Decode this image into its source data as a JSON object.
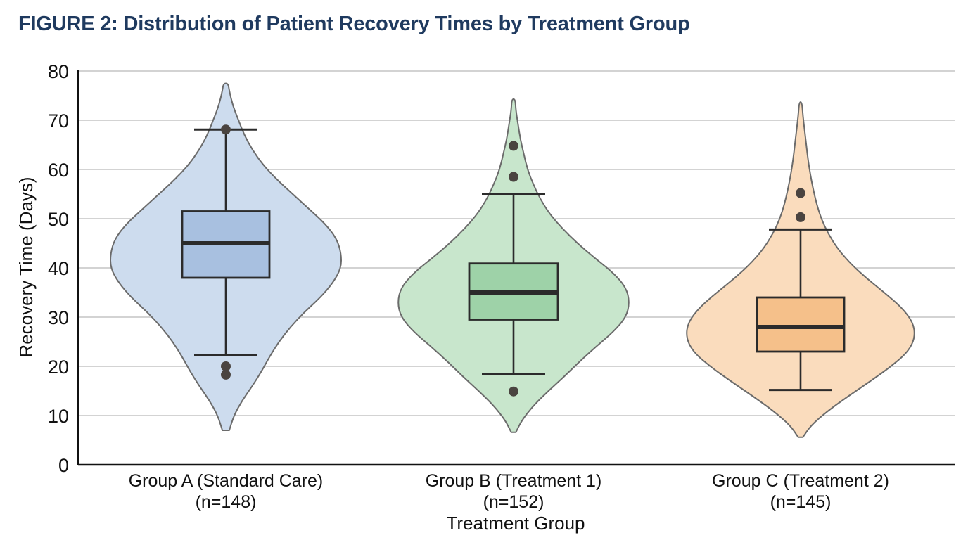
{
  "figure": {
    "title": "FIGURE 2: Distribution of Patient Recovery Times by Treatment Group",
    "title_color": "#1f3a5f",
    "background": "#ffffff"
  },
  "chart_data": {
    "type": "box",
    "plot_kind": "violin-with-boxplot-overlay",
    "title": "FIGURE 2: Distribution of Patient Recovery Times by Treatment Group",
    "xlabel": "Treatment Group",
    "ylabel": "Recovery Time (Days)",
    "ylim": [
      0,
      80
    ],
    "ytick_labels": [
      "0",
      "10",
      "20",
      "30",
      "40",
      "50",
      "60",
      "70",
      "80"
    ],
    "yticks": [
      0,
      10,
      20,
      30,
      40,
      50,
      60,
      70,
      80
    ],
    "grid": "horizontal",
    "legend": "none",
    "categories": [
      "Group A (Standard Care)\n(n=148)",
      "Group B (Treatment 1)\n(n=152)",
      "Group C (Treatment 2)\n(n=145)"
    ],
    "groups": [
      {
        "key": "A",
        "label_line1": "Group A (Standard Care)",
        "label_line2": "(n=148)",
        "n": 148,
        "violin_fill": "#cddcee",
        "violin_stroke": "#6b6b6b",
        "box_fill": "#a8c0e0",
        "box_stroke": "#2b2b2b",
        "median": 45.0,
        "q1": 38.0,
        "q3": 51.5,
        "whisker_low": 22.3,
        "whisker_high": 68.1,
        "violin_min": 7.0,
        "violin_max": 77.5,
        "outliers": [
          68.1,
          20.0,
          18.3
        ],
        "density_profile": [
          {
            "v": 7.0,
            "w": 0.03
          },
          {
            "v": 10.0,
            "w": 0.07
          },
          {
            "v": 13.0,
            "w": 0.14
          },
          {
            "v": 16.0,
            "w": 0.23
          },
          {
            "v": 19.0,
            "w": 0.31
          },
          {
            "v": 22.0,
            "w": 0.38
          },
          {
            "v": 25.0,
            "w": 0.46
          },
          {
            "v": 28.0,
            "w": 0.56
          },
          {
            "v": 31.0,
            "w": 0.68
          },
          {
            "v": 34.0,
            "w": 0.82
          },
          {
            "v": 37.0,
            "w": 0.93
          },
          {
            "v": 40.0,
            "w": 1.0
          },
          {
            "v": 43.0,
            "w": 1.0
          },
          {
            "v": 46.0,
            "w": 0.96
          },
          {
            "v": 49.0,
            "w": 0.86
          },
          {
            "v": 52.0,
            "w": 0.72
          },
          {
            "v": 55.0,
            "w": 0.58
          },
          {
            "v": 58.0,
            "w": 0.44
          },
          {
            "v": 61.0,
            "w": 0.32
          },
          {
            "v": 64.0,
            "w": 0.23
          },
          {
            "v": 67.0,
            "w": 0.16
          },
          {
            "v": 70.0,
            "w": 0.11
          },
          {
            "v": 73.0,
            "w": 0.06
          },
          {
            "v": 76.0,
            "w": 0.03
          },
          {
            "v": 77.5,
            "w": 0.02
          }
        ]
      },
      {
        "key": "B",
        "label_line1": "Group B (Treatment 1)",
        "label_line2": "(n=152)",
        "n": 152,
        "violin_fill": "#c8e6cc",
        "violin_stroke": "#6b6b6b",
        "box_fill": "#9ed2a8",
        "box_stroke": "#2b2b2b",
        "median": 35.0,
        "q1": 29.5,
        "q3": 40.9,
        "whisker_low": 18.4,
        "whisker_high": 55.0,
        "violin_min": 6.6,
        "violin_max": 74.3,
        "outliers": [
          64.8,
          58.5,
          14.9
        ],
        "density_profile": [
          {
            "v": 6.6,
            "w": 0.02
          },
          {
            "v": 9.0,
            "w": 0.07
          },
          {
            "v": 12.0,
            "w": 0.17
          },
          {
            "v": 15.0,
            "w": 0.3
          },
          {
            "v": 18.0,
            "w": 0.44
          },
          {
            "v": 21.0,
            "w": 0.57
          },
          {
            "v": 24.0,
            "w": 0.71
          },
          {
            "v": 27.0,
            "w": 0.86
          },
          {
            "v": 30.0,
            "w": 0.97
          },
          {
            "v": 33.0,
            "w": 1.0
          },
          {
            "v": 36.0,
            "w": 0.97
          },
          {
            "v": 39.0,
            "w": 0.86
          },
          {
            "v": 42.0,
            "w": 0.7
          },
          {
            "v": 45.0,
            "w": 0.55
          },
          {
            "v": 48.0,
            "w": 0.42
          },
          {
            "v": 51.0,
            "w": 0.31
          },
          {
            "v": 54.0,
            "w": 0.23
          },
          {
            "v": 57.0,
            "w": 0.17
          },
          {
            "v": 60.0,
            "w": 0.12
          },
          {
            "v": 63.0,
            "w": 0.09
          },
          {
            "v": 66.0,
            "w": 0.06
          },
          {
            "v": 69.0,
            "w": 0.04
          },
          {
            "v": 72.0,
            "w": 0.02
          },
          {
            "v": 74.3,
            "w": 0.015
          }
        ]
      },
      {
        "key": "C",
        "label_line1": "Group C (Treatment 2)",
        "label_line2": "(n=145)",
        "n": 145,
        "violin_fill": "#fadcbd",
        "violin_stroke": "#6b6b6b",
        "box_fill": "#f5c08a",
        "box_stroke": "#2b2b2b",
        "median": 28.0,
        "q1": 23.0,
        "q3": 34.0,
        "whisker_low": 15.2,
        "whisker_high": 47.8,
        "violin_min": 5.6,
        "violin_max": 73.7,
        "outliers": [
          55.2,
          50.3
        ],
        "density_profile": [
          {
            "v": 5.6,
            "w": 0.02
          },
          {
            "v": 8.0,
            "w": 0.09
          },
          {
            "v": 11.0,
            "w": 0.24
          },
          {
            "v": 14.0,
            "w": 0.42
          },
          {
            "v": 17.0,
            "w": 0.61
          },
          {
            "v": 20.0,
            "w": 0.79
          },
          {
            "v": 23.0,
            "w": 0.94
          },
          {
            "v": 26.0,
            "w": 1.0
          },
          {
            "v": 29.0,
            "w": 0.98
          },
          {
            "v": 32.0,
            "w": 0.88
          },
          {
            "v": 35.0,
            "w": 0.73
          },
          {
            "v": 38.0,
            "w": 0.57
          },
          {
            "v": 41.0,
            "w": 0.43
          },
          {
            "v": 44.0,
            "w": 0.32
          },
          {
            "v": 47.0,
            "w": 0.24
          },
          {
            "v": 50.0,
            "w": 0.18
          },
          {
            "v": 53.0,
            "w": 0.14
          },
          {
            "v": 56.0,
            "w": 0.11
          },
          {
            "v": 59.0,
            "w": 0.085
          },
          {
            "v": 62.0,
            "w": 0.065
          },
          {
            "v": 65.0,
            "w": 0.05
          },
          {
            "v": 68.0,
            "w": 0.035
          },
          {
            "v": 71.0,
            "w": 0.02
          },
          {
            "v": 73.7,
            "w": 0.012
          }
        ]
      }
    ]
  },
  "axes": {
    "x_title": "Treatment Group",
    "y_title": "Recovery Time (Days)"
  }
}
